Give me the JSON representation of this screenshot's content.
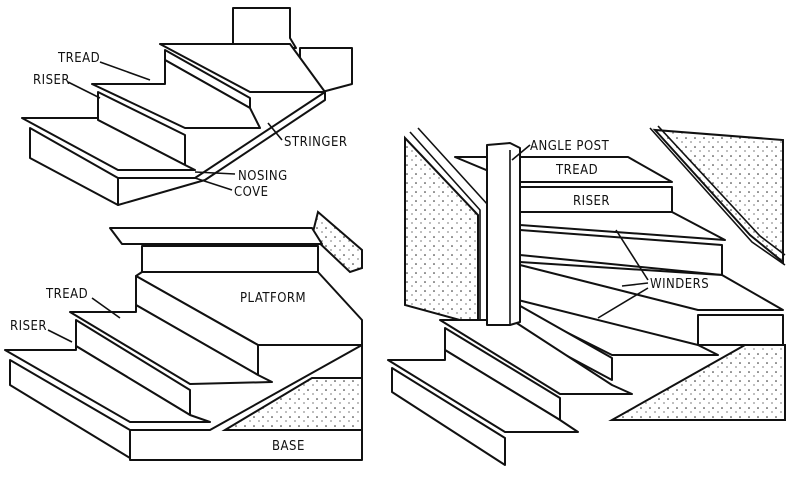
{
  "figure_a": {
    "tread": "TREAD",
    "riser": "RISER",
    "stringer": "STRINGER",
    "nosing": "NOSING",
    "cove": "COVE"
  },
  "figure_b": {
    "tread": "TREAD",
    "riser": "RISER",
    "platform": "PLATFORM",
    "base": "BASE"
  },
  "figure_c": {
    "angle_post": "ANGLE POST",
    "tread": "TREAD",
    "riser": "RISER",
    "winders": "WINDERS"
  },
  "colors": {
    "ink": "#111111",
    "paper": "#ffffff"
  }
}
